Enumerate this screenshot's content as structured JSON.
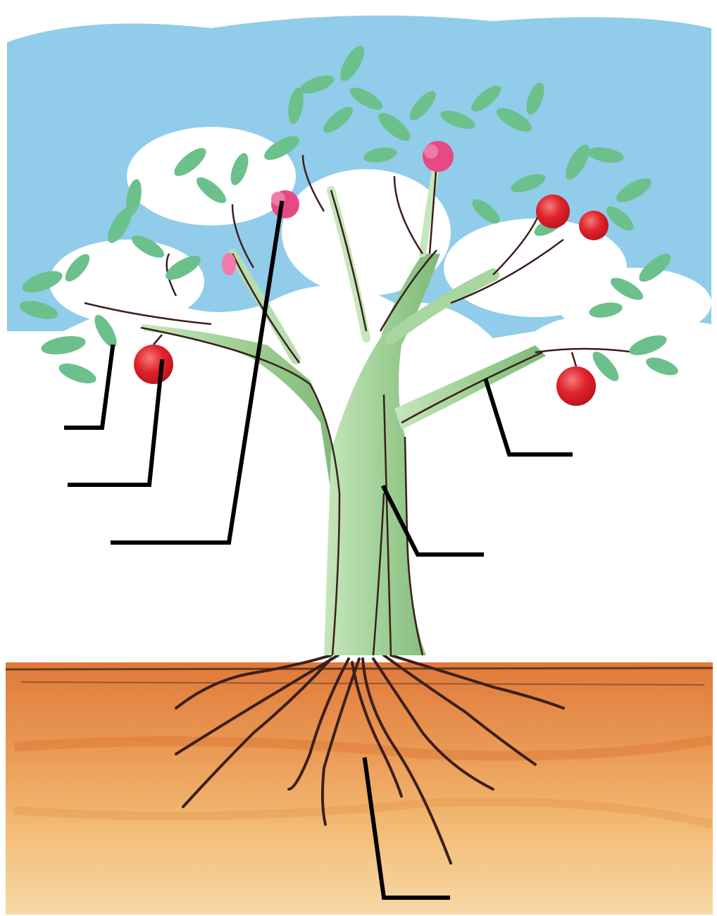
{
  "diagram": {
    "subject": "apple tree",
    "label_blanks": [
      {
        "id": "leaf",
        "text": ""
      },
      {
        "id": "fruit",
        "text": ""
      },
      {
        "id": "flower",
        "text": ""
      },
      {
        "id": "branch",
        "text": ""
      },
      {
        "id": "trunk",
        "text": ""
      },
      {
        "id": "root",
        "text": ""
      }
    ],
    "colors": {
      "sky": "#7ec3e6",
      "leaf": "#6cc08c",
      "trunk": "#a9d6a0",
      "bark_line": "#3a1f1a",
      "apple": "#e0232c",
      "blossom": "#e54a86",
      "soil": "#e58a45",
      "soil_light": "#f4c98a",
      "leader_line": "#000000"
    }
  }
}
